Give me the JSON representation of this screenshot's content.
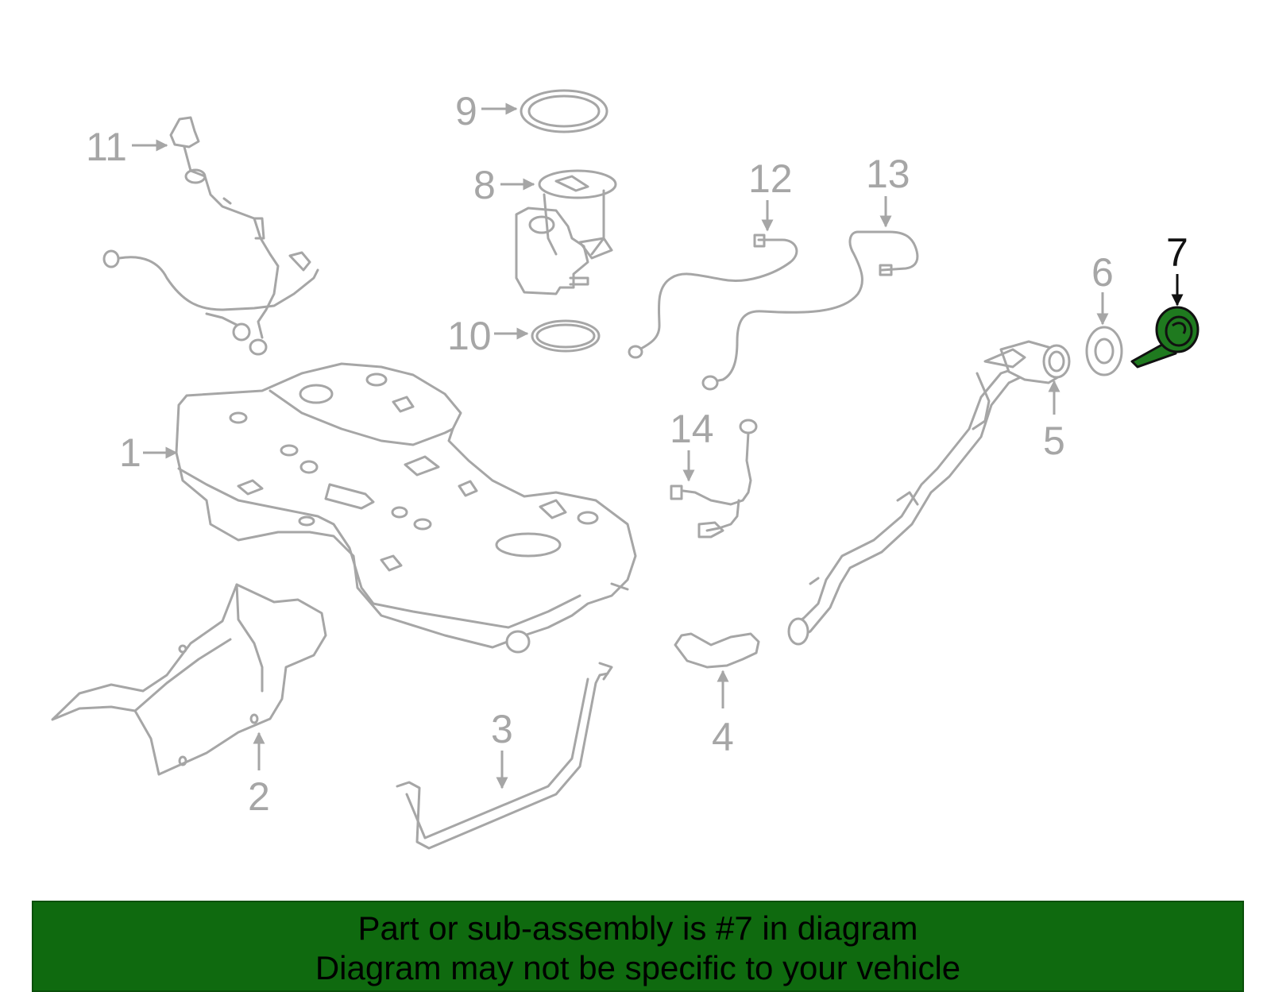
{
  "highlighted_part": "7",
  "colors": {
    "part_stroke": "#a6a6a6",
    "highlight_fill": "#1f7a1f",
    "highlight_text": "#111111",
    "banner_background": "#0f6a0f"
  },
  "callouts": {
    "c1": "1",
    "c2": "2",
    "c3": "3",
    "c4": "4",
    "c5": "5",
    "c6": "6",
    "c7": "7",
    "c8": "8",
    "c9": "9",
    "c10": "10",
    "c11": "11",
    "c12": "12",
    "c13": "13",
    "c14": "14"
  },
  "footer": {
    "line1": "Part or sub-assembly is #7 in diagram",
    "line2": "Diagram may not be specific to your vehicle"
  }
}
